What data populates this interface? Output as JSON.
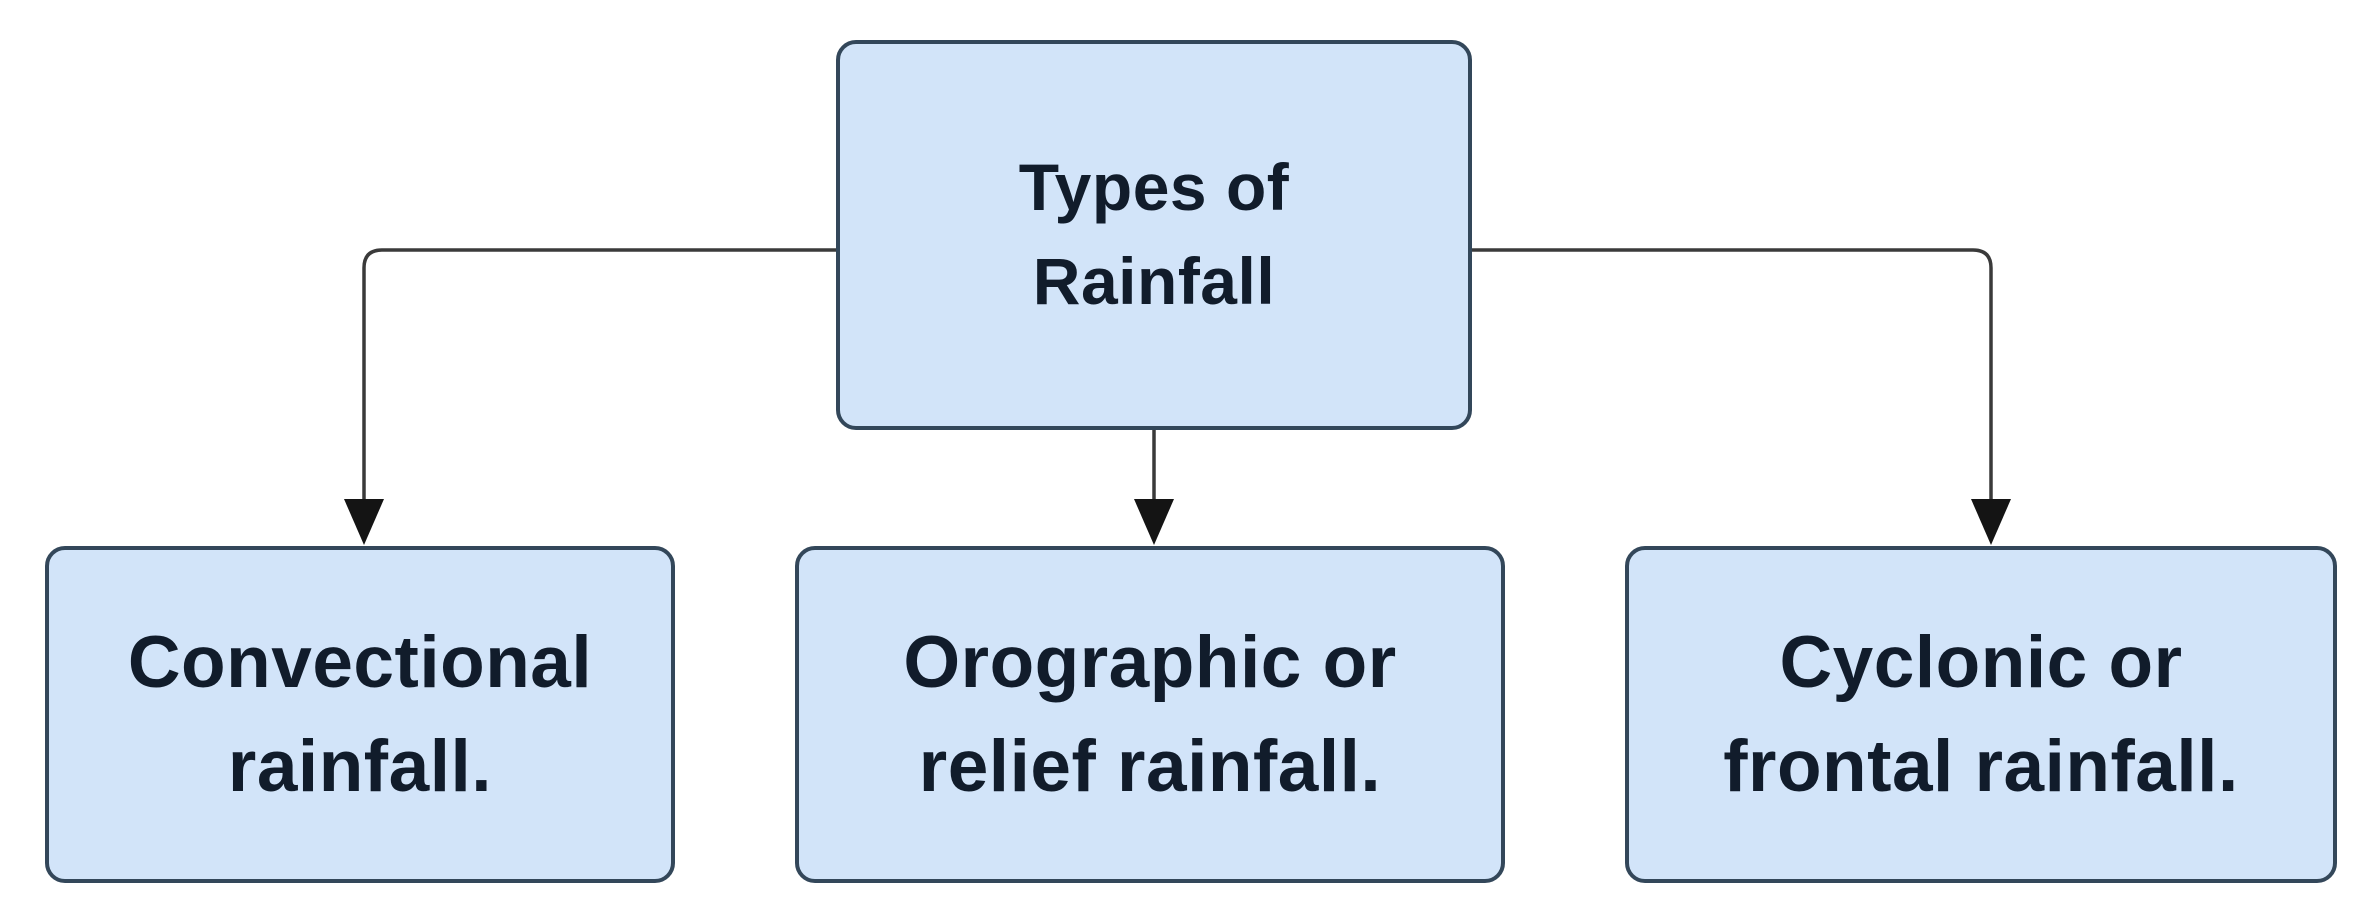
{
  "colors": {
    "background": "#ffffff",
    "node-fill": "#d2e4f9",
    "node-border": "#33475a",
    "connector": "#3a3a3a",
    "arrowhead": "#141414",
    "text": "#111c2b"
  },
  "nodes": [
    {
      "id": "types-of-rainfall",
      "line1": "Types of",
      "line2": "Rainfall"
    },
    {
      "id": "convectional",
      "line1": "Convectional",
      "line2": "rainfall."
    },
    {
      "id": "orographic",
      "line1": "Orographic or",
      "line2": "relief rainfall."
    },
    {
      "id": "cyclonic",
      "line1": "Cyclonic or",
      "line2": "frontal rainfall."
    }
  ]
}
